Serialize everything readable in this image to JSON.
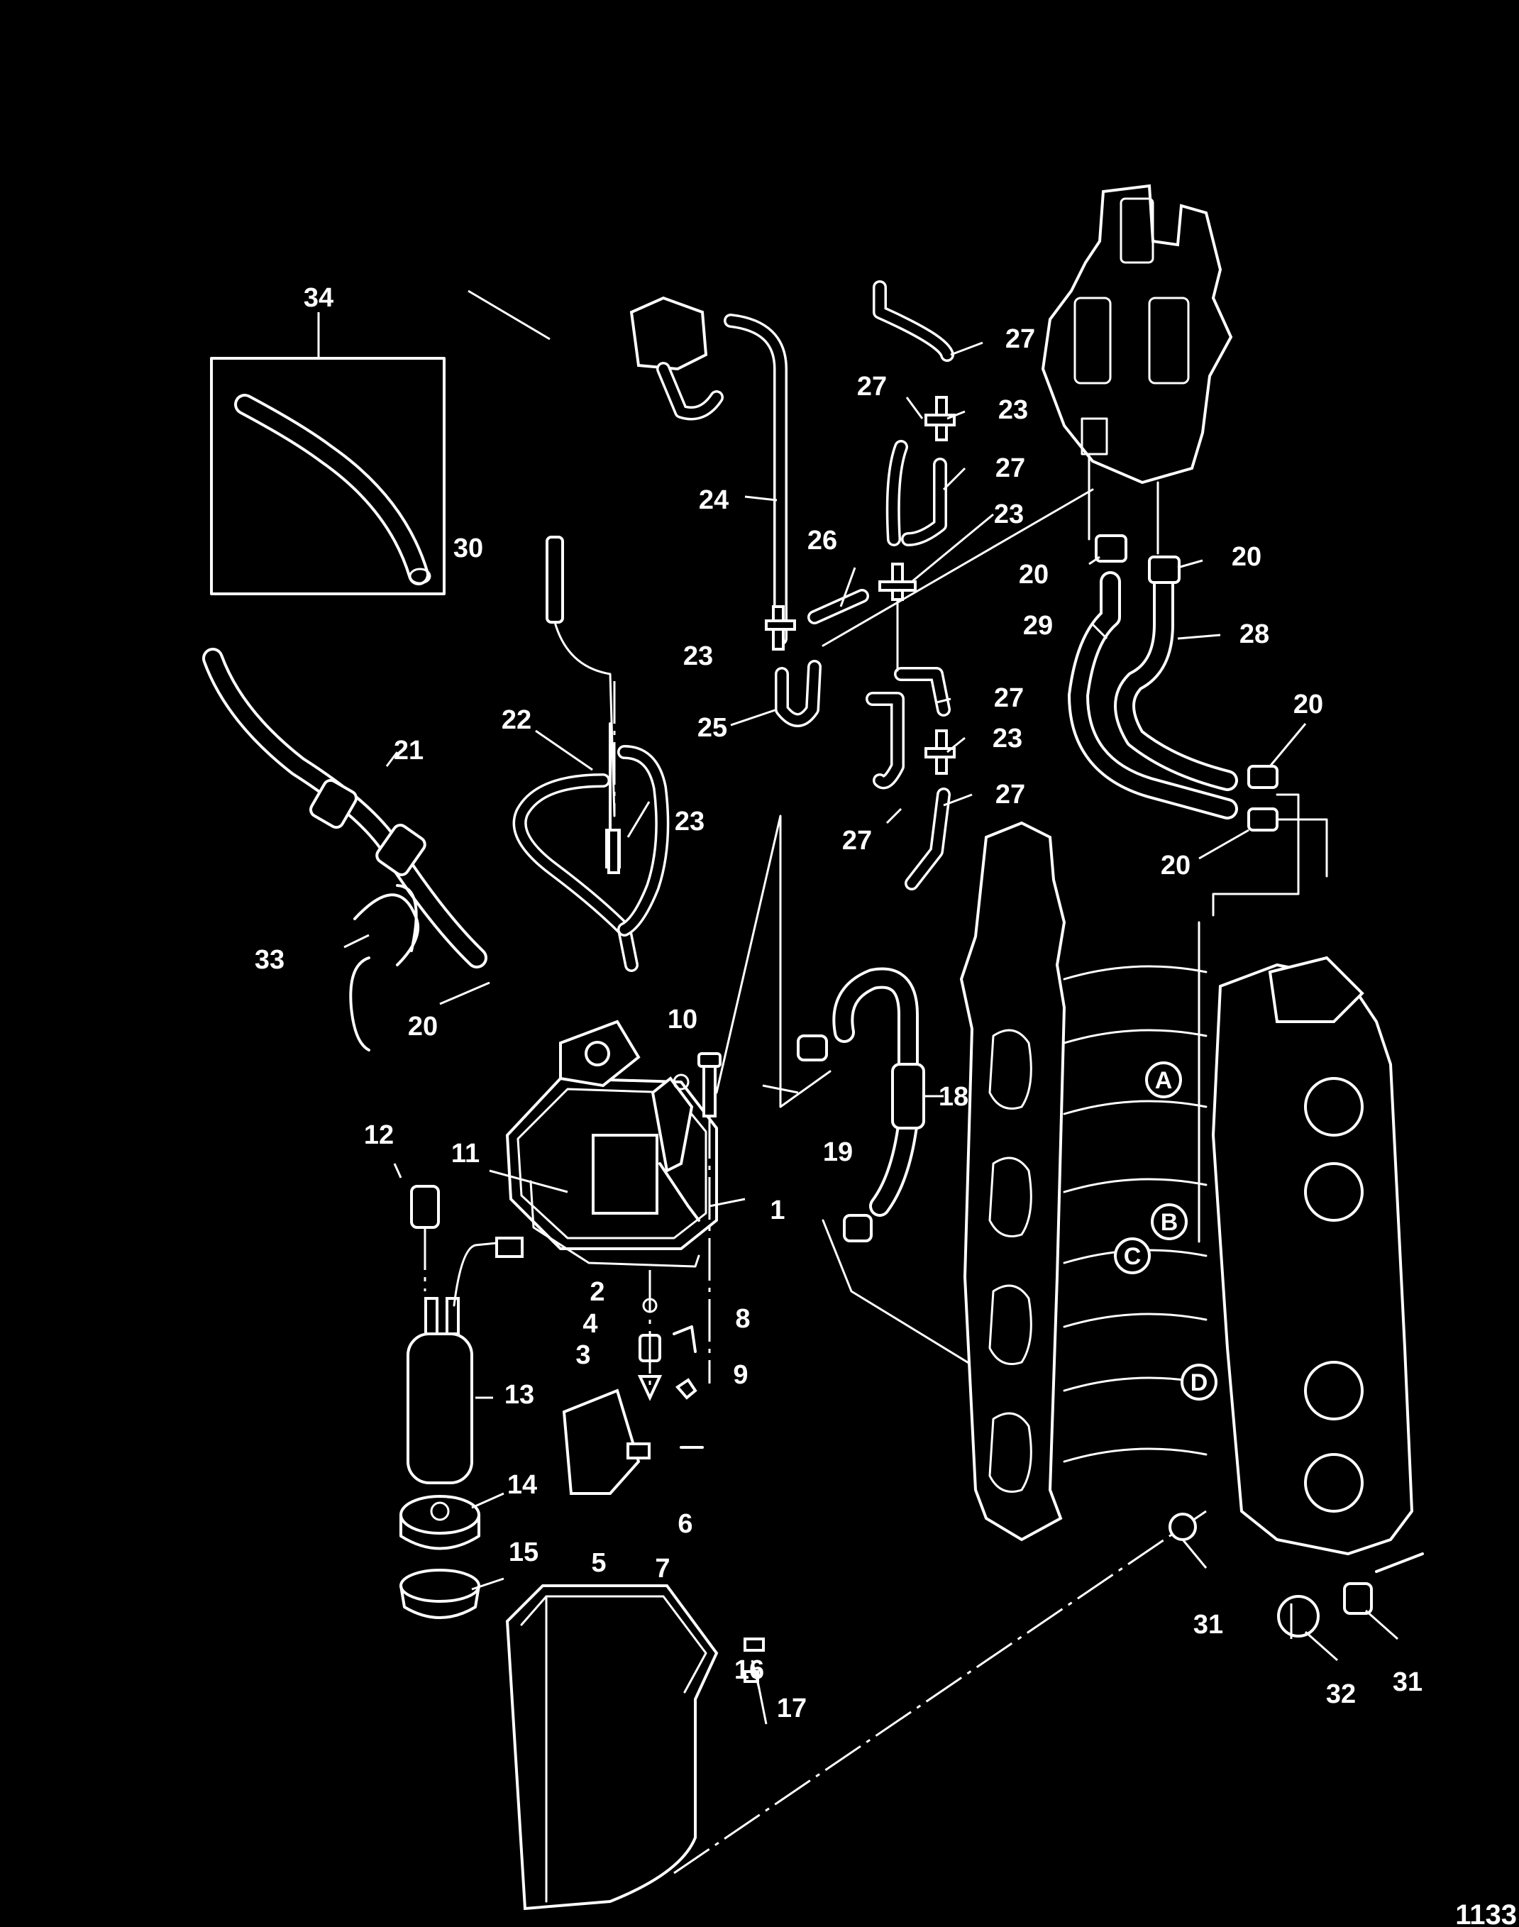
{
  "figure_number": "1133",
  "callouts": {
    "p1": "1",
    "p2": "2",
    "p3": "3",
    "p4": "4",
    "p5": "5",
    "p6": "6",
    "p7": "7",
    "p8": "8",
    "p9": "9",
    "p10": "10",
    "p11": "11",
    "p12": "12",
    "p13": "13",
    "p14": "14",
    "p15": "15",
    "p16": "16",
    "p17": "17",
    "p18": "18",
    "p19": "19",
    "p20": "20",
    "p21": "21",
    "p22": "22",
    "p23": "23",
    "p24": "24",
    "p25": "25",
    "p26": "26",
    "p27": "27",
    "p28": "28",
    "p29": "29",
    "p30": "30",
    "p31": "31",
    "p32": "32",
    "p33": "33",
    "p34": "34"
  },
  "letters": {
    "a": "A",
    "b": "B",
    "c": "C",
    "d": "D"
  }
}
